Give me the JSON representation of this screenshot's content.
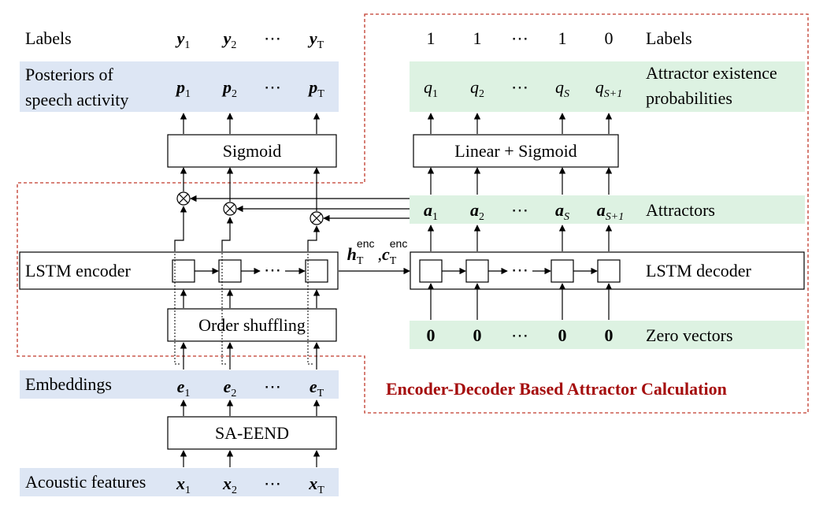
{
  "left": {
    "labels_row": {
      "title": "Labels",
      "symbols": [
        "y",
        "y",
        "⋯",
        "y"
      ],
      "subs": [
        "1",
        "2",
        "",
        "T"
      ]
    },
    "posteriors_row": {
      "title_line1": "Posteriors of",
      "title_line2": "speech activity",
      "symbols": [
        "p",
        "p",
        "⋯",
        "p"
      ],
      "subs": [
        "1",
        "2",
        "",
        "T"
      ]
    },
    "sigmoid_box": "Sigmoid",
    "lstm_encoder": "LSTM encoder",
    "order_shuffling": "Order shuffling",
    "embeddings_row": {
      "title": "Embeddings",
      "symbols": [
        "e",
        "e",
        "⋯",
        "e"
      ],
      "subs": [
        "1",
        "2",
        "",
        "T"
      ]
    },
    "sa_eend_box": "SA-EEND",
    "acoustic_row": {
      "title": "Acoustic features",
      "symbols": [
        "x",
        "x",
        "⋯",
        "x"
      ],
      "subs": [
        "1",
        "2",
        "",
        "T"
      ]
    }
  },
  "middle": {
    "hidden_state_h": "h",
    "hidden_state_c": "c",
    "sub": "T",
    "sup": "enc",
    "sep": ","
  },
  "right": {
    "labels_row": {
      "title": "Labels",
      "values": [
        "1",
        "1",
        "⋯",
        "1",
        "0"
      ]
    },
    "existence_row": {
      "title_line1": "Attractor existence",
      "title_line2": "probabilities",
      "symbols": [
        "q",
        "q",
        "⋯",
        "q",
        "q"
      ],
      "subs": [
        "1",
        "2",
        "",
        "S",
        "S+1"
      ]
    },
    "linear_sigmoid_box": "Linear + Sigmoid",
    "attractors_row": {
      "title": "Attractors",
      "symbols": [
        "a",
        "a",
        "⋯",
        "a",
        "a"
      ],
      "subs": [
        "1",
        "2",
        "",
        "S",
        "S+1"
      ]
    },
    "lstm_decoder": "LSTM decoder",
    "zero_row": {
      "title": "Zero vectors",
      "values": [
        "0",
        "0",
        "⋯",
        "0",
        "0"
      ]
    },
    "caption": "Encoder-Decoder Based Attractor Calculation"
  },
  "colors": {
    "left_band": "#dde6f4",
    "right_band": "#ddf2e2",
    "dashed_border": "#c0392b",
    "caption": "#a50e0e"
  }
}
